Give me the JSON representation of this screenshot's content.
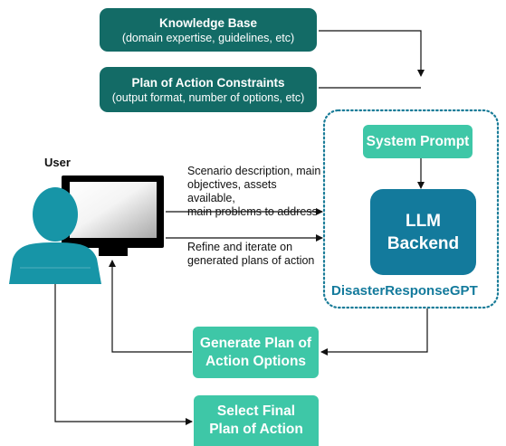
{
  "knowledge_base": {
    "title": "Knowledge Base",
    "subtitle": "(domain expertise, guidelines, etc)"
  },
  "constraints": {
    "title": "Plan of Action Constraints",
    "subtitle": "(output format, number of options, etc)"
  },
  "system_prompt": {
    "label": "System Prompt"
  },
  "llm": {
    "line1": "LLM",
    "line2": "Backend"
  },
  "container": {
    "label": "DisasterResponseGPT"
  },
  "user": {
    "label": "User"
  },
  "flow_in": {
    "line1": "Scenario description, main",
    "line2": "objectives, assets available,",
    "line3": "main problems to address"
  },
  "flow_refine": {
    "line1": "Refine and iterate on",
    "line2": "generated plans of action"
  },
  "generate": {
    "line1": "Generate Plan of",
    "line2": "Action Options"
  },
  "select": {
    "line1": "Select Final",
    "line2": "Plan of Action"
  },
  "colors": {
    "dark_teal": "#136b66",
    "light_teal": "#3ec7a7",
    "llm_blue": "#137a9c",
    "user_teal": "#1795a7",
    "container_border": "#1a7c98"
  }
}
